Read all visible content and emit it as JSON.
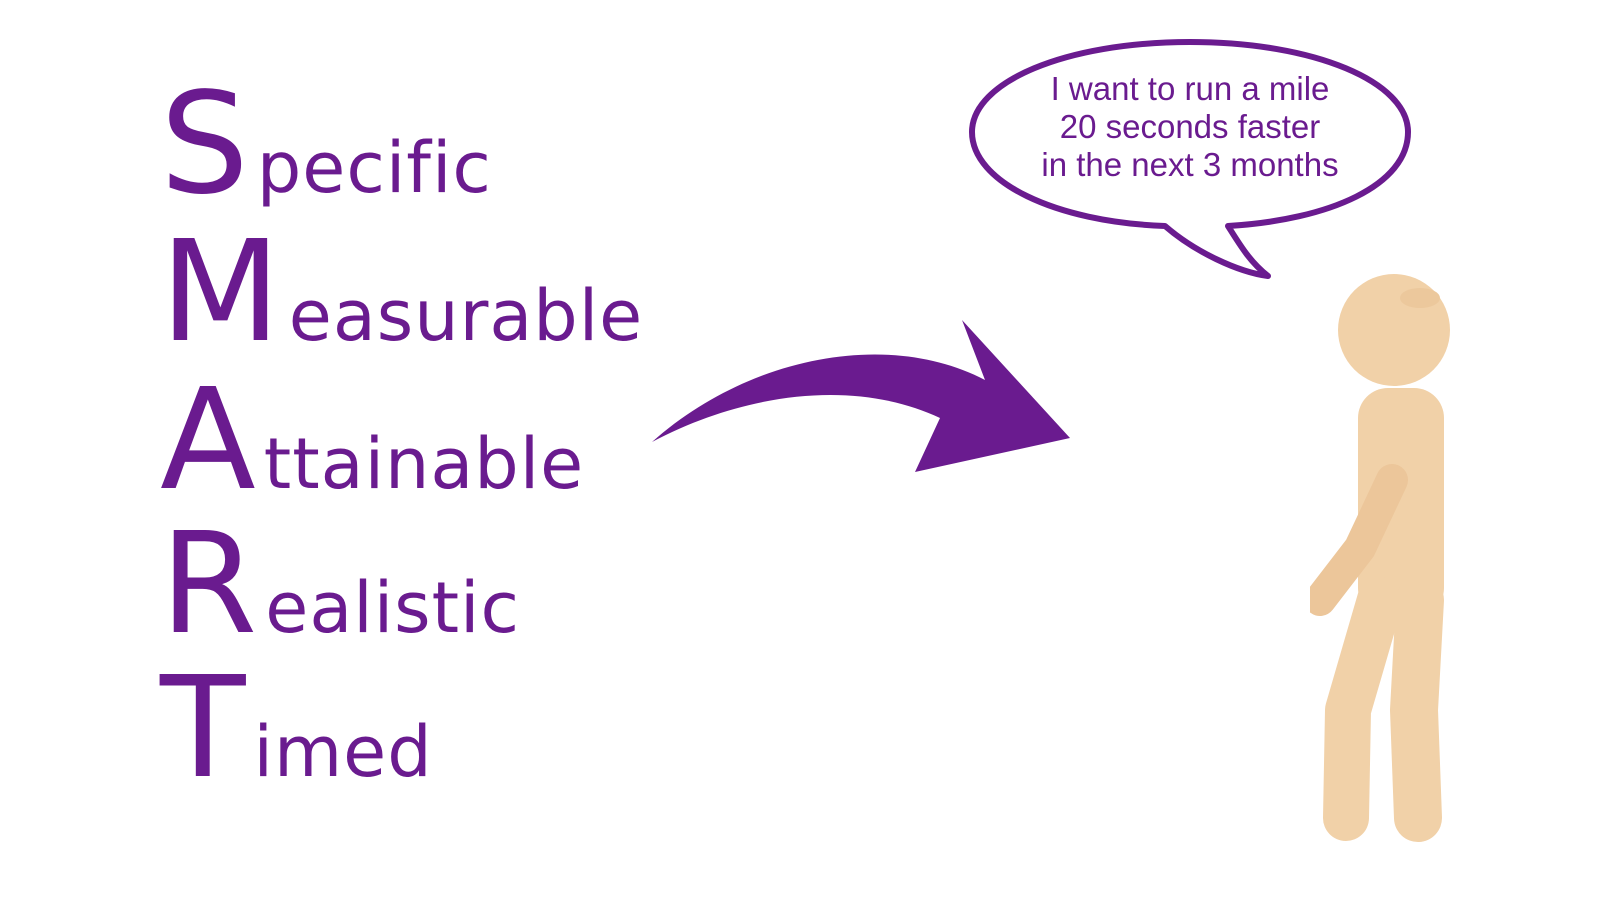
{
  "smart": [
    {
      "letter": "S",
      "rest": "pecific"
    },
    {
      "letter": "M",
      "rest": "easurable"
    },
    {
      "letter": "A",
      "rest": "ttainable"
    },
    {
      "letter": "R",
      "rest": "ealistic"
    },
    {
      "letter": "T",
      "rest": "imed"
    }
  ],
  "speech_bubble": {
    "lines": [
      "I want to run a mile",
      "20 seconds faster",
      "in the next 3 months"
    ]
  },
  "colors": {
    "accent": "#6a1b8f",
    "skin": "#f1d1a8",
    "skin_shade": "#e8c295",
    "background": "#ffffff"
  },
  "icons": {
    "arrow": "curved-arrow-icon",
    "person": "stick-figure-icon"
  }
}
